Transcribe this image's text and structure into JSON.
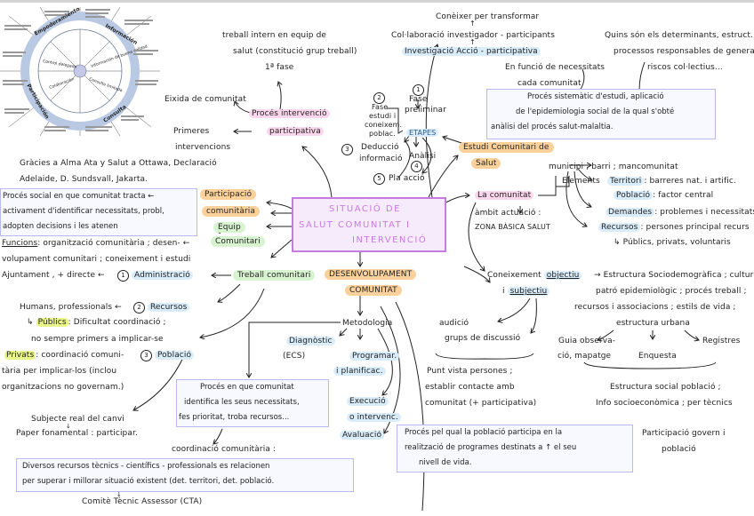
{
  "circle_diagram": {
    "quadrants": [
      "Empoderamiento",
      "Información",
      "Participación",
      "Consulta"
    ],
    "inner_labels": [
      "Control delegado",
      "Información de buena calidad",
      "Consulta limitada",
      "Colaboración"
    ]
  },
  "center": {
    "title_lines": [
      "SITUACIÓ DE",
      "SALUT COMUNITAT I",
      "INTERVENCIÓ"
    ]
  },
  "top_left": {
    "treball_line1": "treball intern en equip de",
    "treball_line2": "salut (constitució grup treball)",
    "fase1": "1ª fase",
    "eixida": "Eixida de comunitat",
    "proces_line1": "Procés intervenció",
    "proces_line2": "participativa",
    "primeres_line1": "Primeres",
    "primeres_line2": "intervencions"
  },
  "top_center": {
    "coneixer": "Conèixer per transformar",
    "collaboracio": "Col·laboració investigador - participants",
    "iap": "Investigació Acció - participativa",
    "funcio_line1": "En funció de necessitats",
    "funcio_line2": "cada comunitat"
  },
  "etapes": {
    "label": "ETAPES",
    "n1": "1",
    "fase_preliminar_1": "Fase",
    "fase_preliminar_2": "preliminar",
    "n2": "2",
    "fase_estudi_1": "Fase",
    "fase_estudi_2": "estudi i",
    "fase_estudi_3": "coneixem.",
    "fase_estudi_4": "poblac.",
    "n3": "3",
    "deduccio_1": "Deducció",
    "deduccio_2": "informació",
    "n4": "4",
    "analisi": "Anàlisi",
    "n5": "5",
    "pla": "Pla acció"
  },
  "top_right": {
    "quins_line1": "Quins són els determinants, estruct.,",
    "quins_line2": "processos responsables de generar",
    "quins_line3": "riscos col·lectius...",
    "box_lines": [
      "Procés sistemàtic d'estudi, aplicació",
      "de l'epidemiologia social de la qual s'obté",
      "anàlisi del procés salut-malaltia."
    ],
    "estudi_line1": "Estudi Comunitari de",
    "estudi_line2": "Salut"
  },
  "comunitat": {
    "label": "La comunitat",
    "municipi": "municipi ; barri ; mancomunitat",
    "elements": "Elements",
    "territori_label": "Territori",
    "territori_text": ": barreres nat. i artific.",
    "poblacio_label": "Població",
    "poblacio_text": ": factor central",
    "demandes_label": "Demandes",
    "demandes_text": ": problemes i necessitats",
    "recursos_label": "Recursos",
    "recursos_text": ": persones principal recurs",
    "recursos_sub": "↳ Públics, privats, voluntaris",
    "ambit": "àmbit actuació :",
    "zona": "ZONA BÀSICA SALUT"
  },
  "left": {
    "gracies_line1": "Gràcies a Alma Ata y Salut a Ottawa, Declaració",
    "gracies_line2": "Adelaide, D. Sundsvall, Jakarta.",
    "box_lines": [
      "Procés social en que comunitat tracta ←",
      "activament d'identificar necessitats, probl,",
      "adopten decisions i les atenen"
    ],
    "participacio_line1": "Participació",
    "participacio_line2": "comunitària",
    "equip_line1": "Equip",
    "equip_line2": "Comunitari",
    "funcions_label": "Funcions",
    "funcions_line1": ": organització comunitària ; desen- ←",
    "funcions_line2": "volupament comunitari ; coneixement i estudi",
    "ajuntament": "Ajuntament , + directe ←",
    "n1": "1",
    "administracio": "Administració",
    "treball": "Treball comunitari"
  },
  "bottom_left": {
    "humans": "Humans, professionals ←",
    "n2": "2",
    "recursos": "Recursos",
    "publics_label": "Públics",
    "publics_text": ": Dificultat coordinació ;",
    "publics_line2": "no sempre primers a implicar-se",
    "privats_label": "Privats",
    "privats_text": ": coordinació comuni-",
    "privats_line2": "tària per implicar-los (inclou",
    "privats_line3": "organitzacions no governam.)",
    "n3": "3",
    "poblacio": "Població",
    "subjecte": "Subjecte real del canvi",
    "arrow": "↓",
    "paper": "Paper fonamental : participar."
  },
  "desenvolupament": {
    "label_line1": "DESENVOLUPAMENT",
    "label_line2": "COMUNITAT",
    "metodologia": "Metodologia",
    "diagnostic": "Diagnòstic",
    "ecs": "(ECS)",
    "programar_1": "Programar.",
    "programar_2": "i planificac.",
    "execucio_1": "Execució",
    "execucio_2": "o intervenc.",
    "avaluacio": "Avaluació",
    "box_lines": [
      "Procés en que comunitat",
      "identifica les seus necessitats,",
      "fes prioritat, troba recursos..."
    ],
    "coordinacio": "coordinació comunitària :",
    "coord_box_lines": [
      "Diversos recursos tècnics - científics - professionals es relacionen",
      "per superar i millorar situació existent (det. territori, det. població."
    ],
    "comite_arrow": "↓",
    "comite": "Comitè Tècnic Assessor (CTA)"
  },
  "coneixement": {
    "line1_pre": "Coneixement",
    "objectiu": "objectiu",
    "line2_pre": "i",
    "subjectiu": "subjectiu",
    "estructura_line1": "→ Estructura Sociodemogràfica ; cultura ;",
    "estructura_line2": "patró epidemiològic ; procés treball ;",
    "estructura_line3": "recursos i associacions ; estils de vida ;",
    "estructura_line4": "estructura urbana",
    "guia_1": "Guia observa-",
    "guia_2": "ció, mapatge",
    "enquesta": "Enquesta",
    "registres": "Registres",
    "estructura_social_1": "Estructura social població ;",
    "estructura_social_2": "Info socioeconòmica ; per tècnics",
    "audicio": "audició",
    "grups": "grups de discussió",
    "punt_1": "Punt vista persones ;",
    "punt_2": "establir contacte amb",
    "punt_3": "comunitat (+ participativa)"
  },
  "bottom_right": {
    "box_lines": [
      "Procés pel qual la població participa en la",
      "realització de programes destinats a ↑ el seu",
      "nivell de vida."
    ],
    "participacio_1": "Participació govern i",
    "participacio_2": "població"
  }
}
